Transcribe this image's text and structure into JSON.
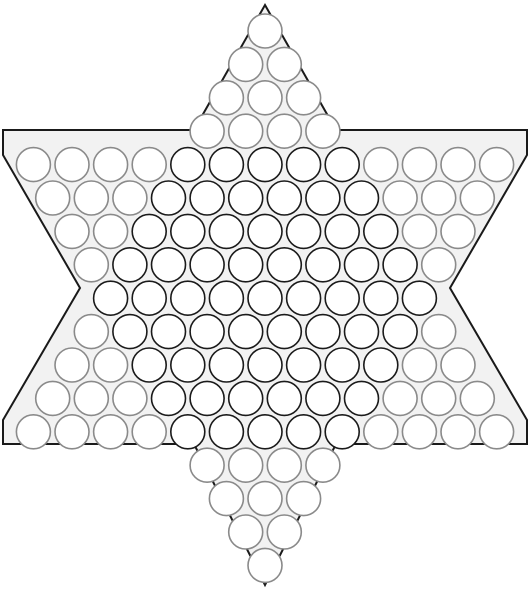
{
  "board": {
    "type": "chinese-checkers",
    "row_counts": [
      1,
      2,
      3,
      4,
      13,
      12,
      11,
      10,
      9,
      10,
      11,
      12,
      13,
      4,
      3,
      2,
      1
    ],
    "total_holes": 121,
    "pieces_placed": 0
  },
  "colors": {
    "background": "#ffffff",
    "board_fill": "#f2f2f2",
    "board_outline": "#1a1a1a",
    "hole_fill": "#ffffff",
    "center_hole_stroke": "#1a1a1a",
    "point_hole_stroke": "#8a8a8a"
  }
}
